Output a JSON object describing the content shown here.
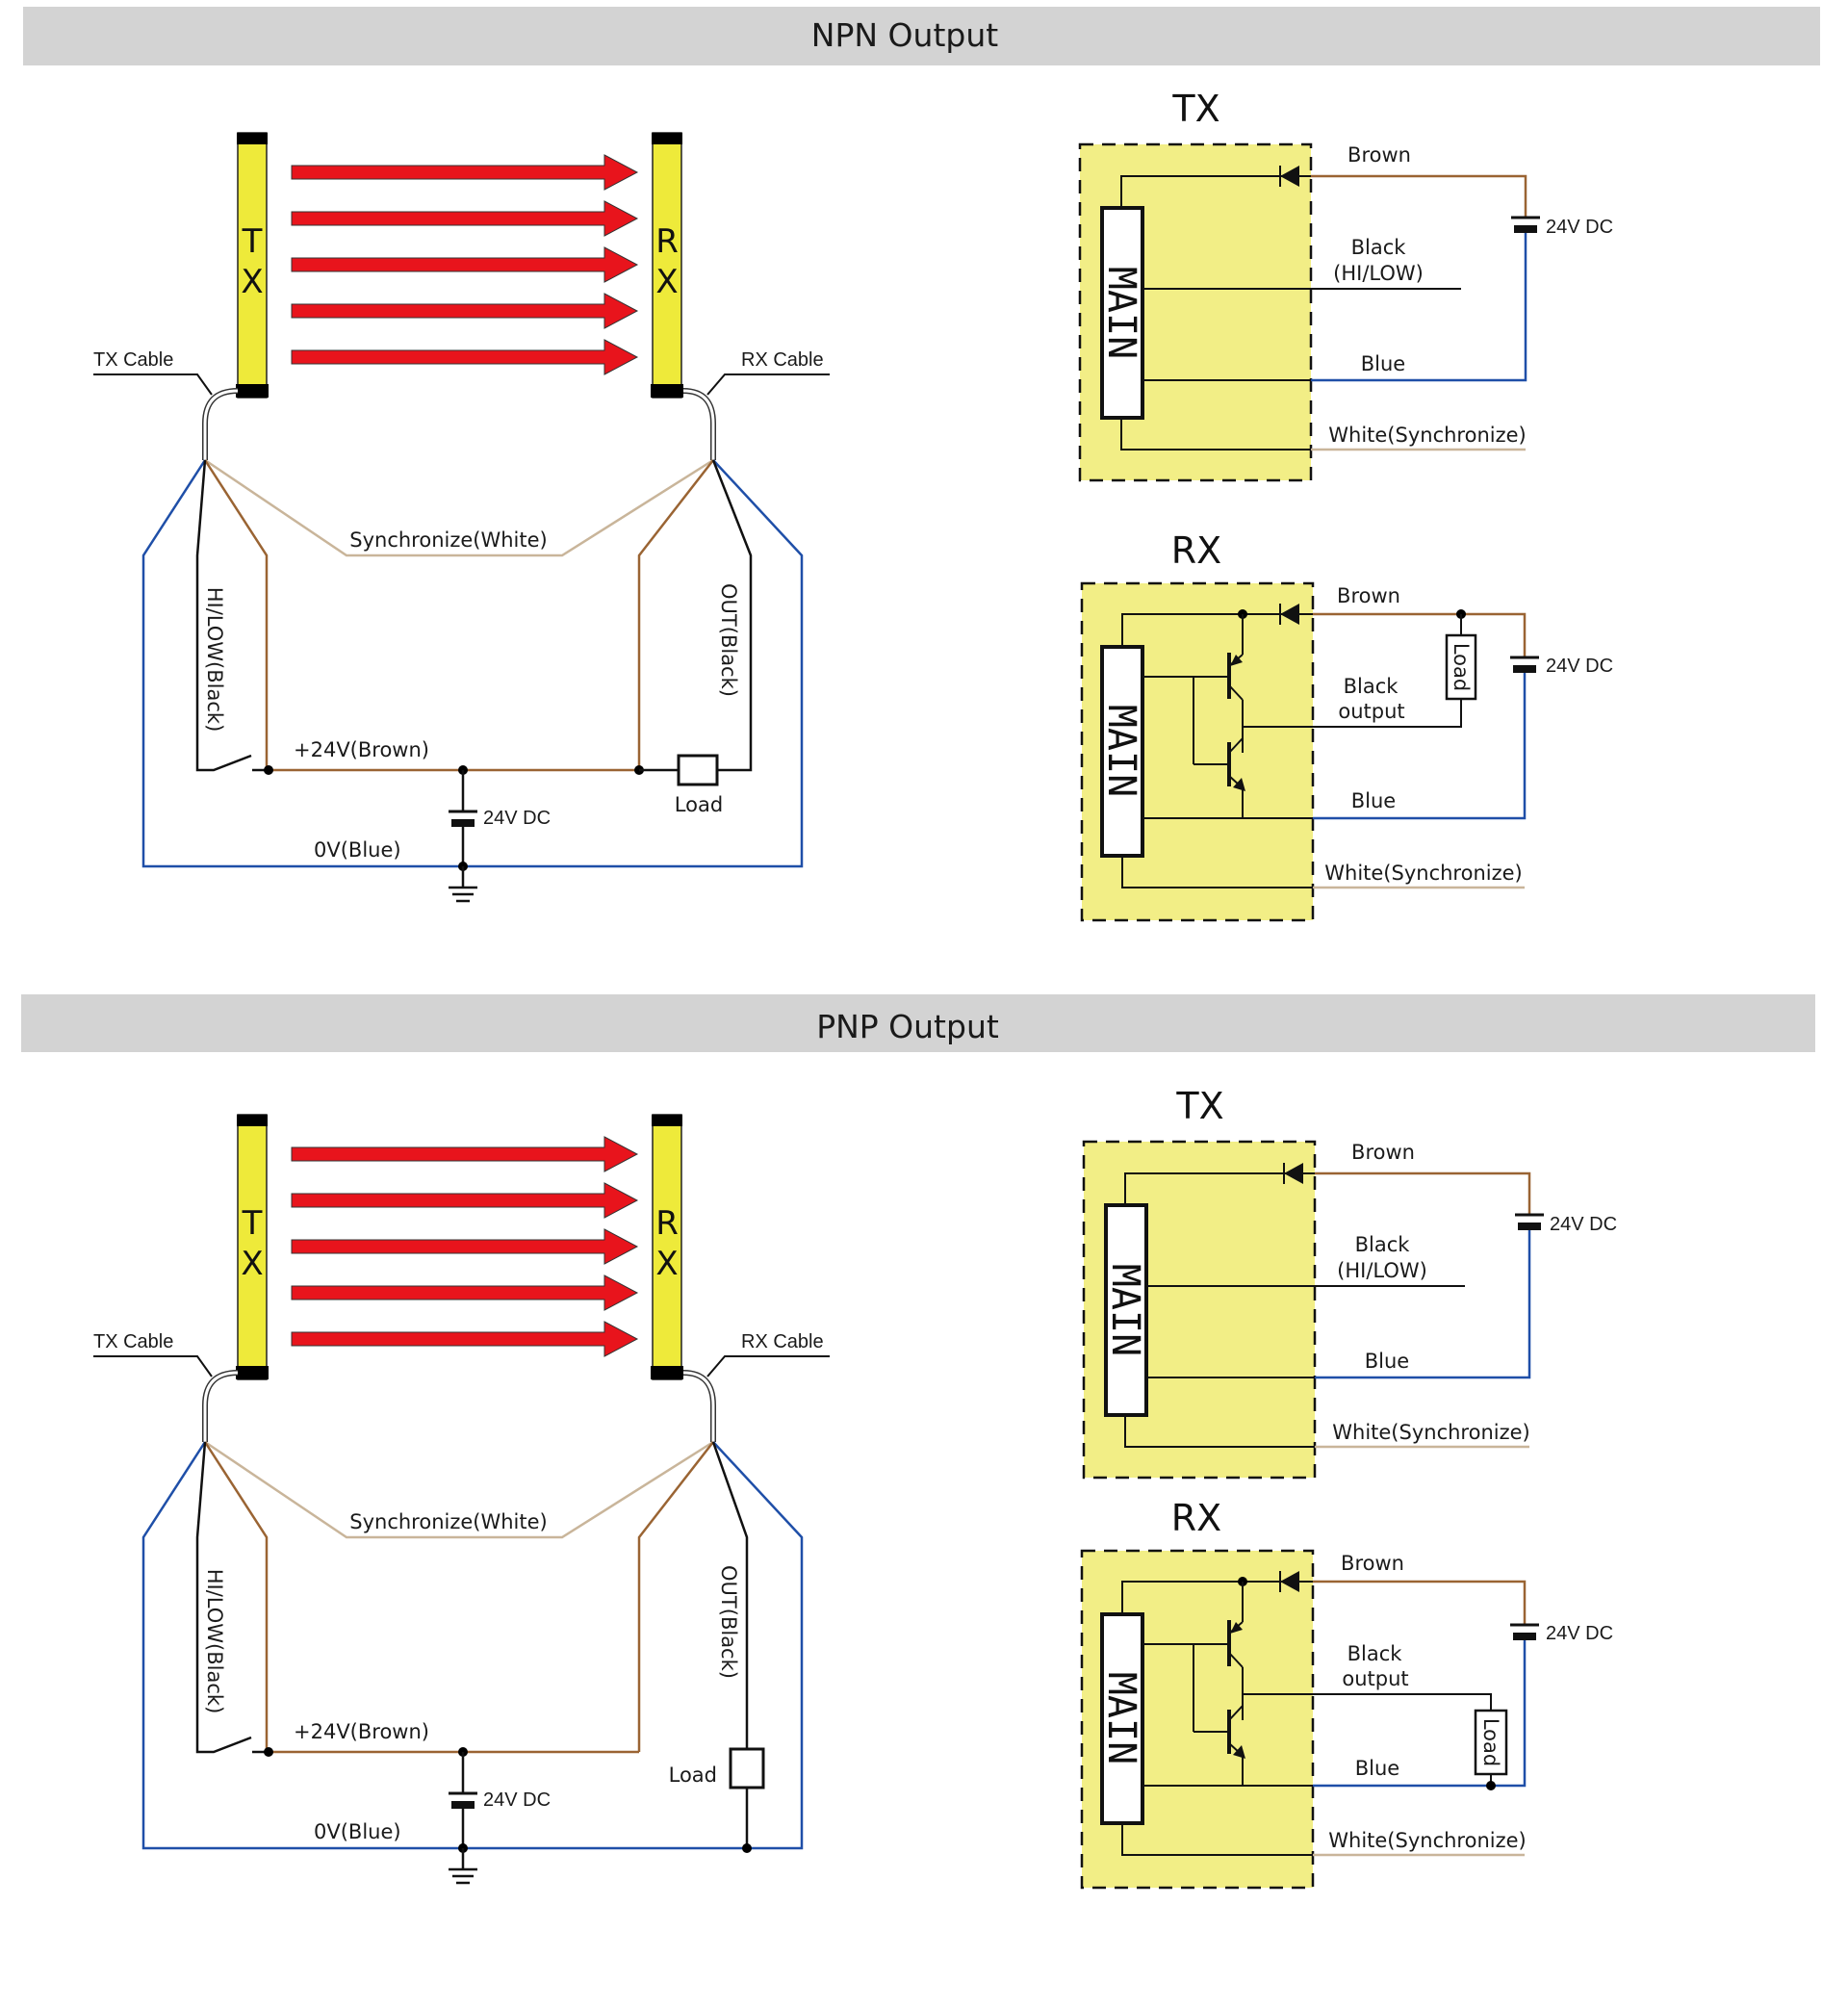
{
  "colors": {
    "header_bg": "#d3d3d3",
    "bar_yellow": "#eeea3a",
    "box_yellow": "#f2ee86",
    "beam_red": "#e8141c",
    "wire_brown": "#9a6433",
    "wire_blue": "#1f4fa8",
    "wire_white": "#c9b59a",
    "wire_black": "#111111"
  },
  "sections": [
    {
      "id": "npn",
      "header": "NPN Output",
      "layout": {
        "tx_bar_label": [
          "T",
          "X"
        ],
        "rx_bar_label": [
          "R",
          "X"
        ],
        "tx_cable": "TX Cable",
        "rx_cable": "RX Cable",
        "sync_label": "Synchronize(White)",
        "hilow_label": "HI/LOW(Black)",
        "out_label": "OUT(Black)",
        "plus24_label": "+24V(Brown)",
        "supply_label": "24V DC",
        "load_label": "Load",
        "zero_v_label": "0V(Blue)",
        "load_position": "between +24V and OUT"
      },
      "tx_circuit": {
        "title": "TX",
        "main_label": "MAIN",
        "wires": [
          "Brown",
          "Black",
          "(HI/LOW)",
          "Blue",
          "White(Synchronize)"
        ],
        "supply_label": "24V DC"
      },
      "rx_circuit": {
        "title": "RX",
        "main_label": "MAIN",
        "wires": [
          "Brown",
          "Black",
          "output",
          "Blue",
          "White(Synchronize)"
        ],
        "load_label": "Load",
        "supply_label": "24V DC",
        "load_position": "between Brown and Black output"
      }
    },
    {
      "id": "pnp",
      "header": "PNP Output",
      "layout": {
        "tx_bar_label": [
          "T",
          "X"
        ],
        "rx_bar_label": [
          "R",
          "X"
        ],
        "tx_cable": "TX Cable",
        "rx_cable": "RX Cable",
        "sync_label": "Synchronize(White)",
        "hilow_label": "HI/LOW(Black)",
        "out_label": "OUT(Black)",
        "plus24_label": "+24V(Brown)",
        "supply_label": "24V DC",
        "load_label": "Load",
        "zero_v_label": "0V(Blue)",
        "load_position": "between OUT and 0V"
      },
      "tx_circuit": {
        "title": "TX",
        "main_label": "MAIN",
        "wires": [
          "Brown",
          "Black",
          "(HI/LOW)",
          "Blue",
          "White(Synchronize)"
        ],
        "supply_label": "24V DC"
      },
      "rx_circuit": {
        "title": "RX",
        "main_label": "MAIN",
        "wires": [
          "Brown",
          "Black",
          "output",
          "Blue",
          "White(Synchronize)"
        ],
        "load_label": "Load",
        "supply_label": "24V DC",
        "load_position": "between Black output and Blue"
      }
    }
  ]
}
